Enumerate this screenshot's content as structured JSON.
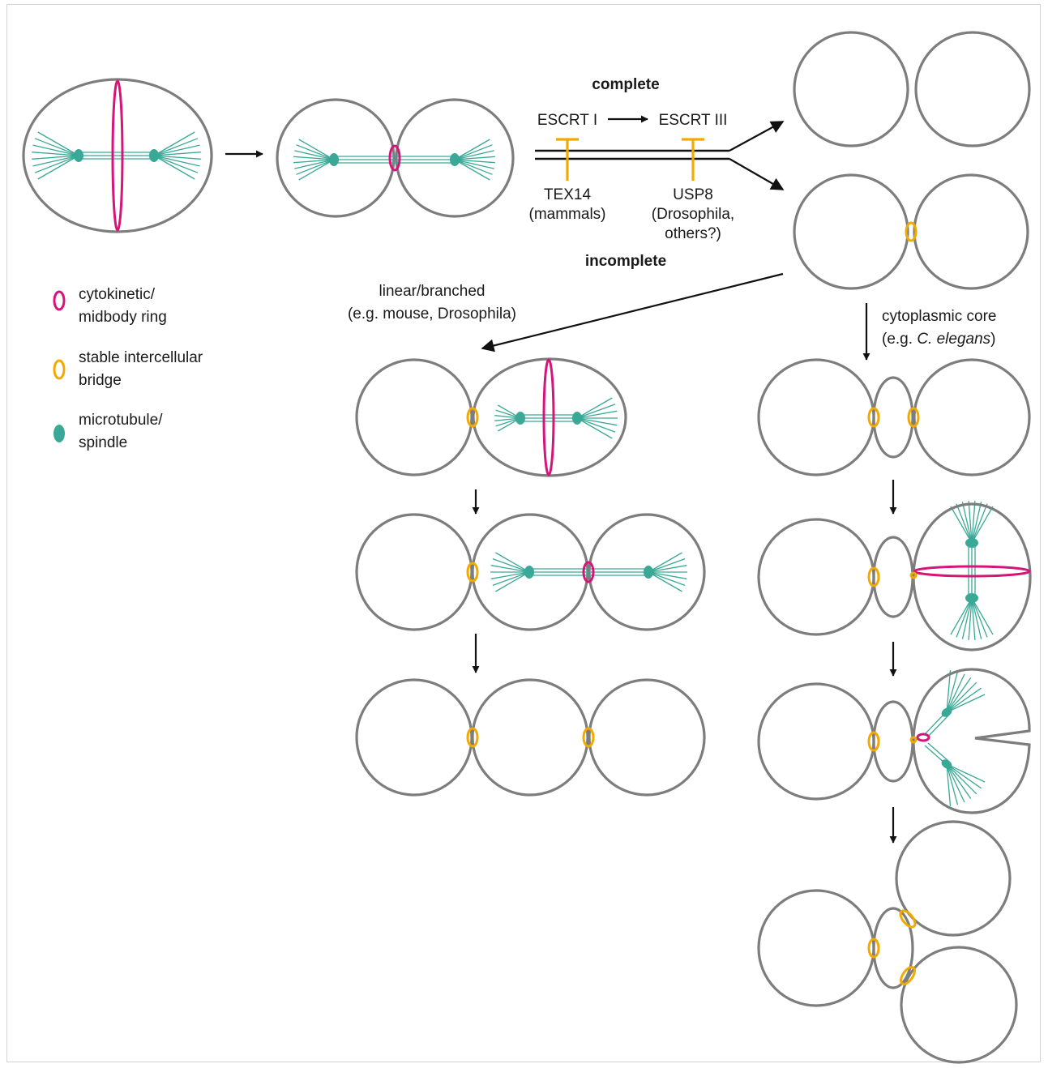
{
  "labels": {
    "complete": "complete",
    "incomplete": "incomplete",
    "escrt1": "ESCRT I",
    "escrt3": "ESCRT III",
    "tex14": "TEX14",
    "mammals": "(mammals)",
    "usp8": "USP8",
    "drosophila_comma": "(Drosophila,",
    "others": "others?)",
    "linear_title": "linear/branched",
    "linear_example": "(e.g. mouse, Drosophila)",
    "core_title": "cytoplasmic core",
    "core_example_prefix": "(e.g. ",
    "core_example_species": "C. elegans",
    "core_example_suffix": ")"
  },
  "legend": {
    "midbody_line1": "cytokinetic/",
    "midbody_line2": "midbody ring",
    "bridge_line1": "stable intercellular",
    "bridge_line2": "bridge",
    "mt_line1": "microtubule/",
    "mt_line2": "spindle"
  },
  "colors": {
    "cell_outline": "#7d7d7d",
    "midbody_ring": "#d5157a",
    "intercellular_bridge": "#f2a900",
    "microtubule": "#3aa896",
    "arrow": "#111111"
  }
}
